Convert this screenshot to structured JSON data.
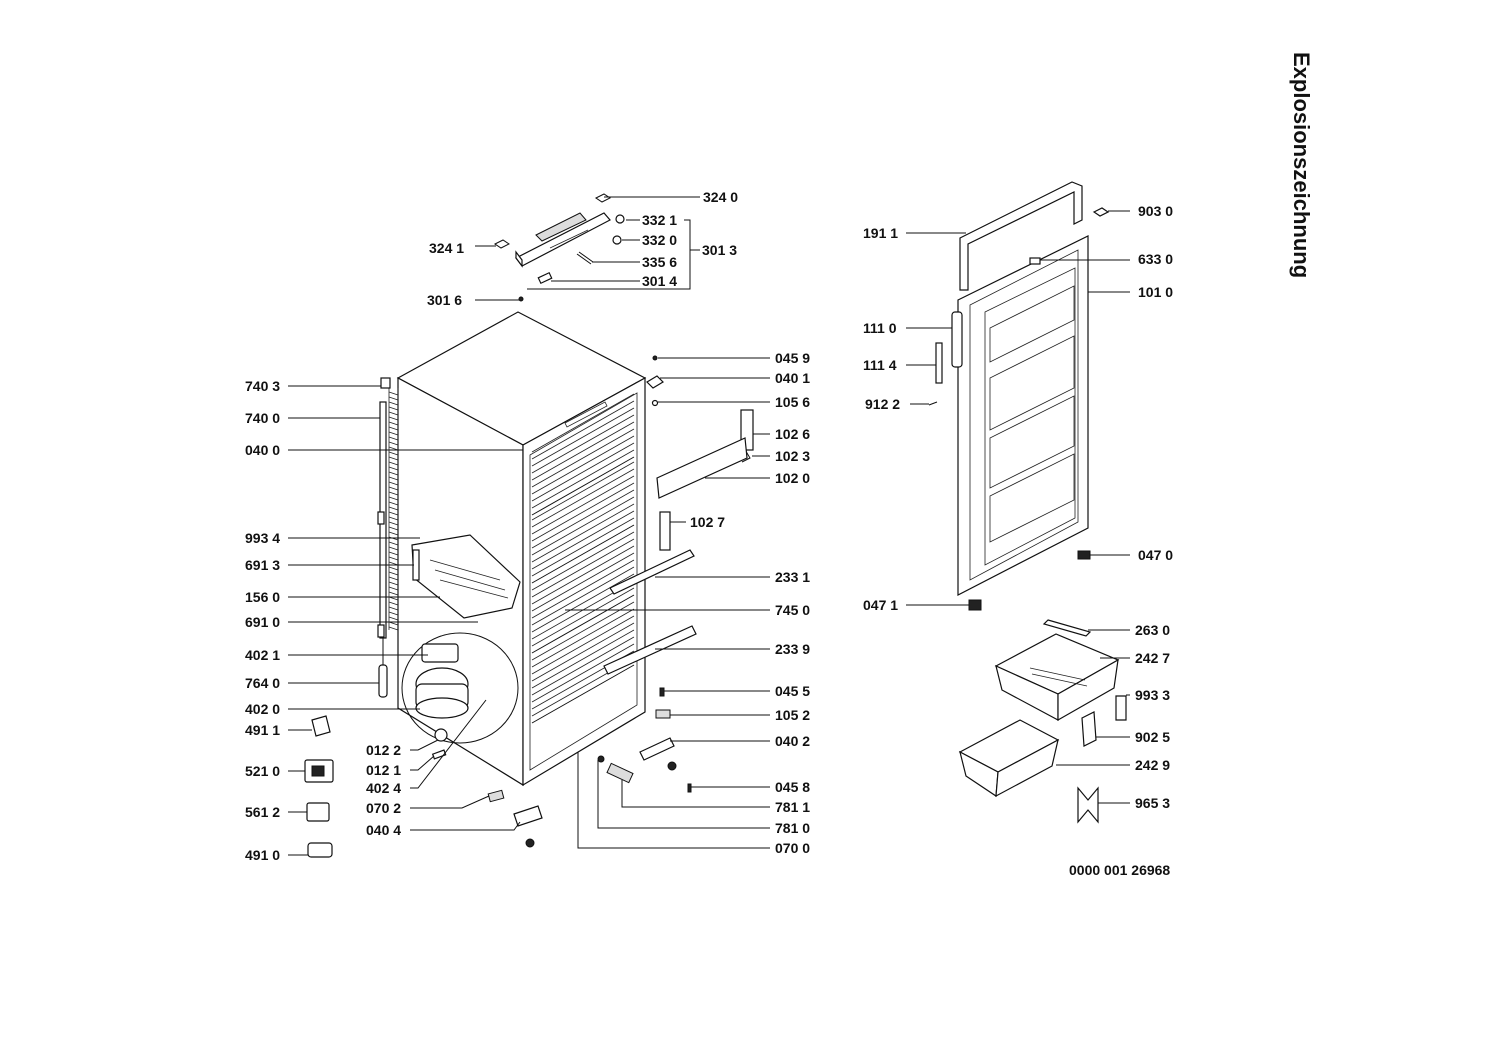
{
  "title": "Explosionszeichnung",
  "drawing_number": "0000 001 26968",
  "labels_left": [
    "740 3",
    "740 0",
    "040 0",
    "993 4",
    "691 3",
    "156 0",
    "691 0",
    "402 1",
    "764 0",
    "402 0",
    "491 1",
    "521 0",
    "561 2",
    "491 0"
  ],
  "labels_top": [
    "324 0",
    "332 1",
    "332 0",
    "301 3",
    "324 1",
    "335 6",
    "301 4",
    "301 6"
  ],
  "labels_middle_left": [
    "012 2",
    "012 1",
    "402 4",
    "070 2",
    "040 4"
  ],
  "labels_middle_right": [
    "045 9",
    "040 1",
    "105 6",
    "102 6",
    "102 3",
    "102 0",
    "102 7",
    "233 1",
    "745 0",
    "233 9",
    "045 5",
    "105 2",
    "040 2",
    "045 8",
    "781 1",
    "781 0",
    "070 0"
  ],
  "labels_door_left": [
    "191 1",
    "111 0",
    "111 4",
    "912 2",
    "047 1"
  ],
  "labels_door_right": [
    "903 0",
    "633 0",
    "101 0",
    "047 0",
    "263 0",
    "242 7",
    "993 3",
    "902 5",
    "242 9",
    "965 3"
  ]
}
